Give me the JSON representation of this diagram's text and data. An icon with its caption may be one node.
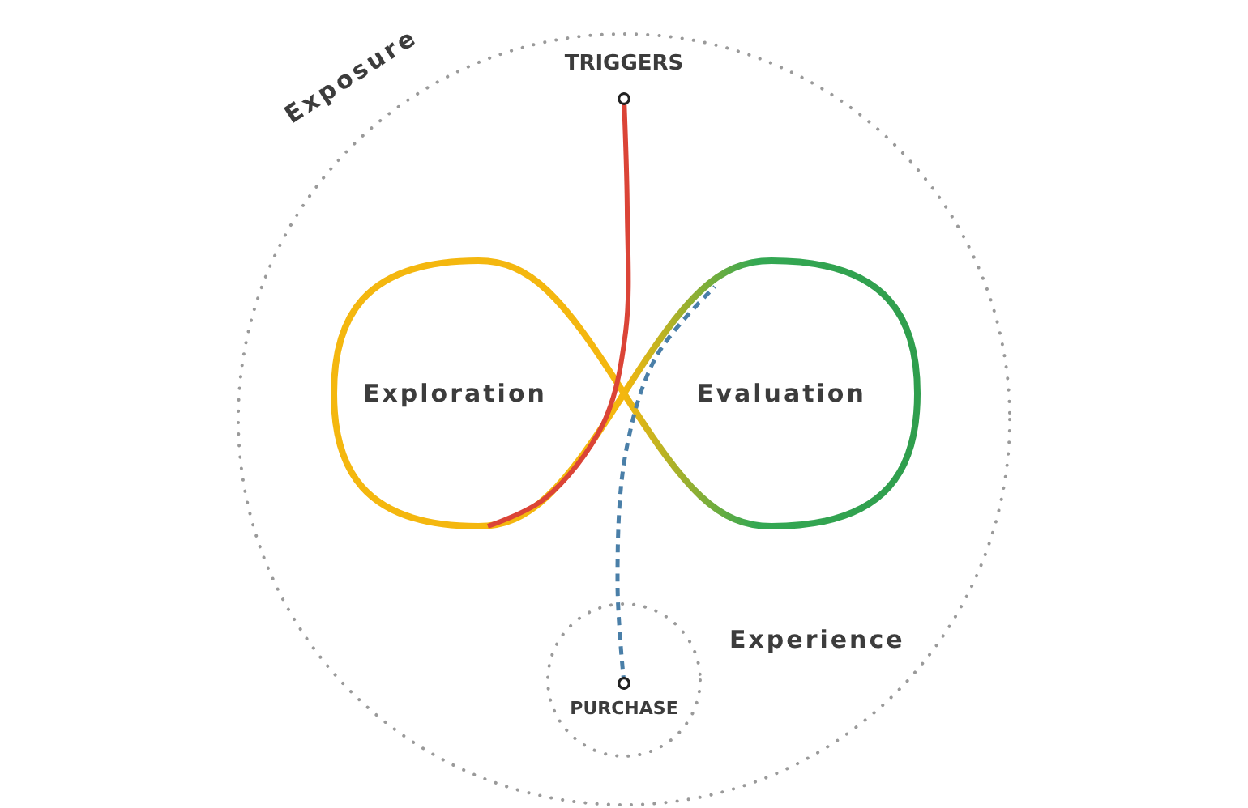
{
  "diagram": {
    "nodes": [
      {
        "text": [
          "Exposure"
        ]
      },
      {
        "text": [
          "Exploration"
        ],
        "in": 0
      },
      {
        "text": [
          "Evaluation"
        ],
        "in": 0
      },
      {
        "text": [
          "TRIGGERS"
        ],
        "in": 0
      },
      {
        "text": [],
        "shape": "circle",
        "beside": [
          "Experience"
        ],
        "in": 0
      },
      {
        "text": [
          "PURCHASE"
        ],
        "in": 4
      }
    ],
    "edges": [
      {
        "from": 3,
        "to": 1,
        "arrow": "other",
        "color": "#db4437"
      },
      {
        "from": 5,
        "to": 2,
        "arrow": "other",
        "style": "dashed",
        "color": "#4a7fa8"
      }
    ]
  }
}
